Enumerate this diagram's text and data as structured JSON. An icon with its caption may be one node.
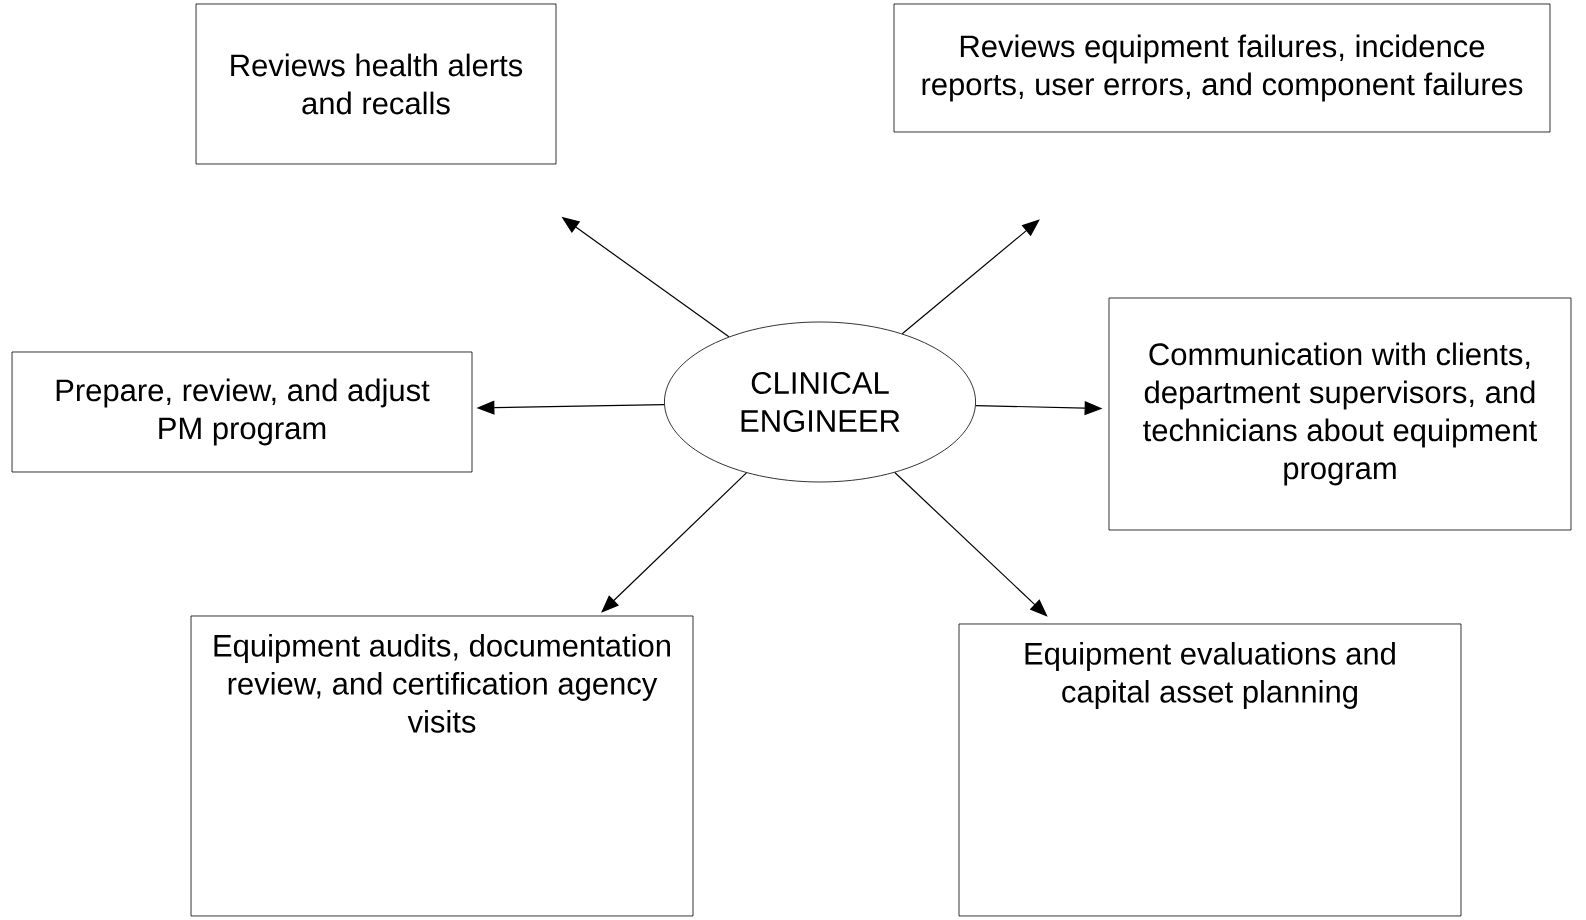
{
  "diagram": {
    "nodes": [
      {
        "text": [
          "CLINICAL ENGINEER"
        ]
      },
      {
        "text": [
          "Reviews health alerts and recalls"
        ]
      },
      {
        "text": [
          "Reviews equipment failures, incidence reports, user errors, and component failures"
        ]
      },
      {
        "text": [
          "Prepare, review, and adjust PM program"
        ]
      },
      {
        "text": [
          "Communication with clients, department supervisors, and technicians about equipment program"
        ]
      },
      {
        "text": [
          "Equipment audits, documentation review, and certification agency visits"
        ]
      },
      {
        "text": [
          "Equipment evaluations and capital asset planning"
        ]
      }
    ],
    "edges": [
      {
        "from": 0,
        "to": 1,
        "arrow": "to"
      },
      {
        "from": 0,
        "to": 2,
        "arrow": "to"
      },
      {
        "from": 0,
        "to": 3,
        "arrow": "to"
      },
      {
        "from": 0,
        "to": 4,
        "arrow": "to"
      },
      {
        "from": 0,
        "to": 5,
        "arrow": "to"
      },
      {
        "from": 0,
        "to": 6,
        "arrow": "to"
      }
    ]
  }
}
